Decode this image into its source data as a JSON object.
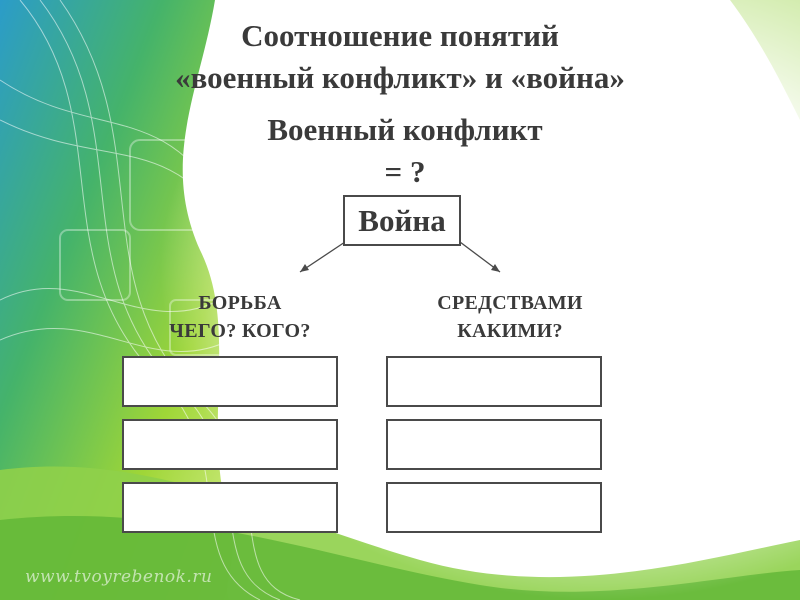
{
  "slide": {
    "title_line1": "Соотношение понятий",
    "title_line2": "«военный конфликт» и «война»",
    "subtitle_line1": "Военный конфликт",
    "subtitle_line2": "= ?",
    "center_box": "Война",
    "left_heading_line1": "БОРЬБА",
    "left_heading_line2": "ЧЕГО? КОГО?",
    "right_heading_line1": "СРЕДСТВАМИ",
    "right_heading_line2": "КАКИМИ?",
    "watermark": "www.tvoyrebenok.ru"
  },
  "colors": {
    "text": "#3a3a3a",
    "box_border": "#4a4a4a",
    "bg_green": "#7cc63f",
    "bg_teal": "#3aa6b9"
  }
}
